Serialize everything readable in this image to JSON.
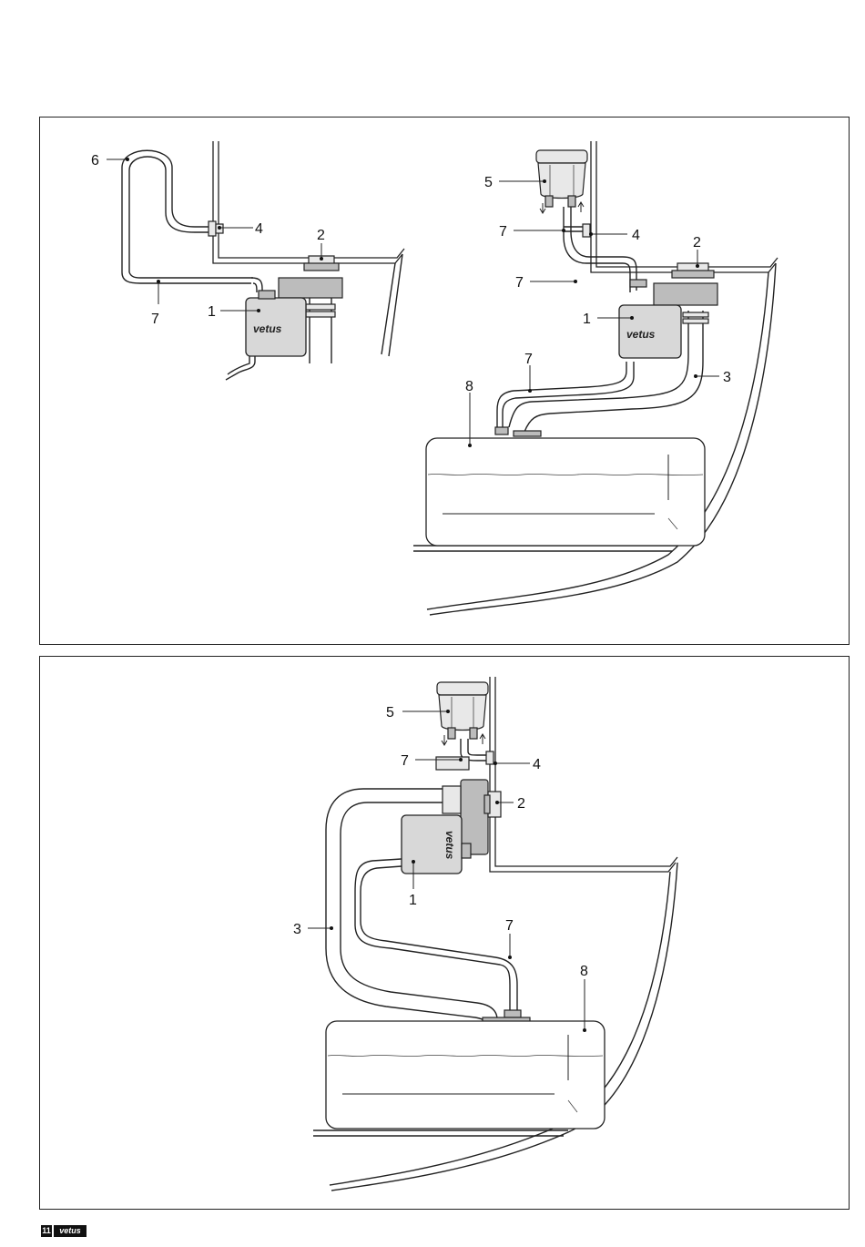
{
  "diagram_top": {
    "left": {
      "labels": [
        "6",
        "4",
        "2",
        "1",
        "7"
      ],
      "brand": "vetus"
    },
    "right": {
      "labels": [
        "5",
        "7",
        "4",
        "2",
        "7",
        "1",
        "7",
        "3",
        "8"
      ],
      "brand": "vetus"
    }
  },
  "diagram_bottom": {
    "labels": [
      "5",
      "7",
      "4",
      "2",
      "3",
      "1",
      "7",
      "8"
    ],
    "brand": "vetus"
  },
  "footer": {
    "badge": "11",
    "logo": "vetus"
  }
}
